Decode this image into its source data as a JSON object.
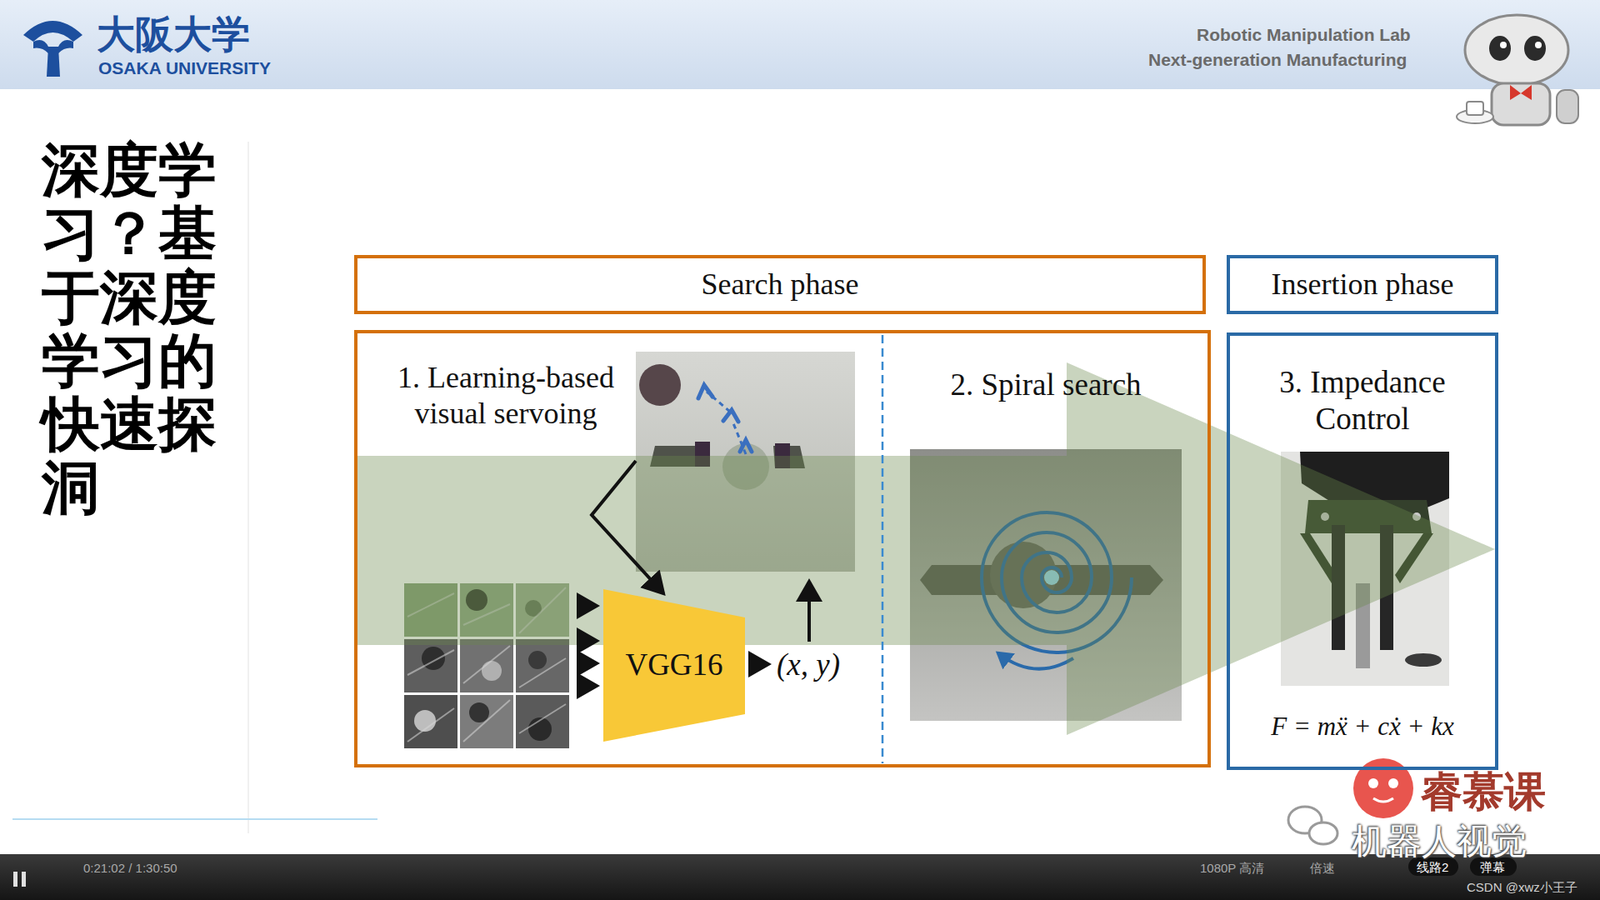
{
  "diagram": {
    "title": "深度学习？基于深度学习的快速探洞",
    "nodes": [
      {
        "text": [
          "Search phase"
        ]
      },
      {
        "text": [
          "Insertion phase"
        ]
      },
      {
        "text": [
          "1. Learning-based visual servoing",
          "2. Spiral search"
        ]
      },
      {
        "text": [
          "VGG16"
        ],
        "in": 2
      },
      {
        "text": [
          "3. Impedance Control",
          "F = mẍ + cẋ + kx"
        ]
      }
    ],
    "labels": [
      "大阪大学",
      "OSAKA UNIVERSITY",
      "Robotic Manipulation Lab",
      "Next-generation Manufacturing",
      "(x, y)",
      "睿慕课",
      "机器人视觉",
      "0:21:02 / 1:30:50",
      "1080P 高清",
      "倍速",
      "线路2",
      "弹幕",
      "CSDN @xwz小王子"
    ]
  }
}
